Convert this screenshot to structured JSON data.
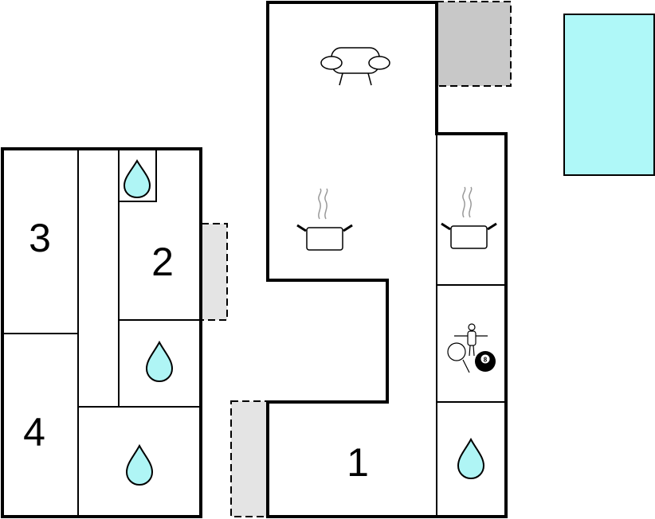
{
  "floorplan": {
    "rooms": [
      {
        "id": "room-3",
        "label": "3"
      },
      {
        "id": "room-2",
        "label": "2"
      },
      {
        "id": "room-4",
        "label": "4"
      },
      {
        "id": "room-1",
        "label": "1"
      }
    ],
    "icons": {
      "bathroom": "water-drop-icon",
      "living": "sofa-icon",
      "kitchen": "cooking-pot-icon",
      "games": "table-tennis-billiards-icon"
    },
    "billiard_ball": "8",
    "colors": {
      "wall": "#000000",
      "water": "#aff5f5",
      "pool": "#aff8f8",
      "terrace_dark": "#c8c8c8",
      "terrace_light": "#e4e4e4"
    }
  }
}
